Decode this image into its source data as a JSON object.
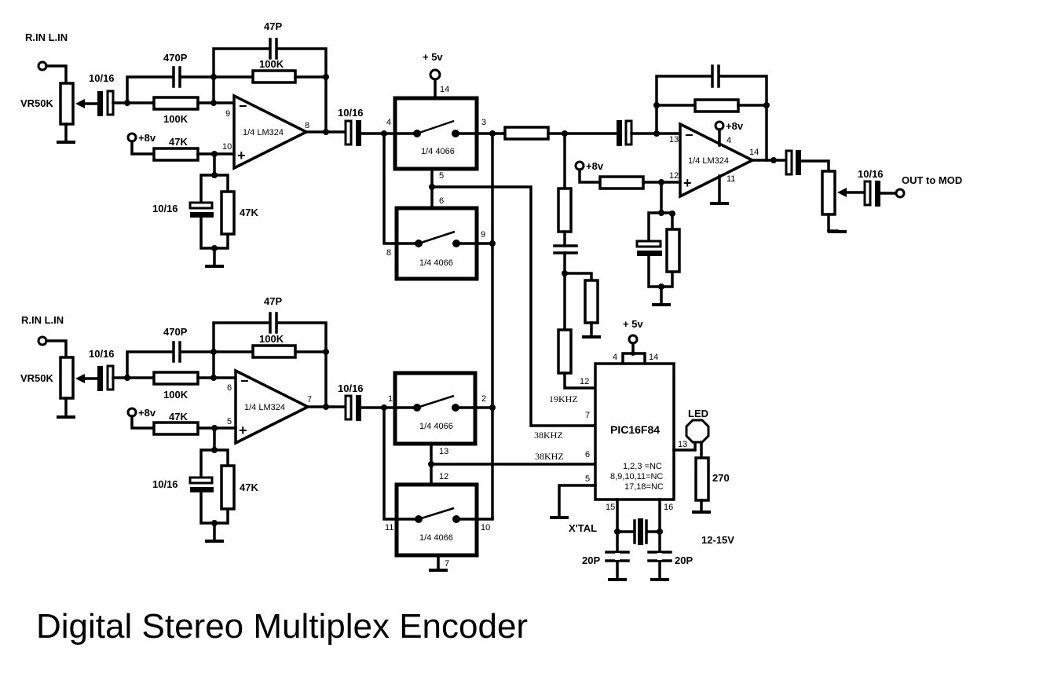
{
  "title": "Digital Stereo Multiplex Encoder",
  "colors": {
    "ink": "#000000",
    "background": "#ffffff"
  },
  "channels": [
    {
      "input_label": "R.IN  L.IN",
      "pot_label": "VR50K",
      "coupling_cap": "10/16",
      "feedback_cap_470": "470P",
      "feedback_cap_47": "47P",
      "feedback_res": "100K",
      "input_res": "100K",
      "bias_supply": "+8v",
      "bias_res": "47K",
      "bias_cap": "10/16",
      "bias_res2": "47K",
      "opamp": "1/4 LM324",
      "pin_inv": "9",
      "pin_noninv": "10",
      "pin_out": "8",
      "output_cap": "10/16"
    },
    {
      "input_label": "R.IN  L.IN",
      "pot_label": "VR50K",
      "coupling_cap": "10/16",
      "feedback_cap_470": "470P",
      "feedback_cap_47": "47P",
      "feedback_res": "100K",
      "input_res": "100K",
      "bias_supply": "+8v",
      "bias_res": "47K",
      "bias_cap": "10/16",
      "bias_res2": "47K",
      "opamp": "1/4 LM324",
      "pin_inv": "6",
      "pin_noninv": "5",
      "pin_out": "7",
      "output_cap": "10/16"
    }
  ],
  "switches": {
    "supply": "+ 5v",
    "part": "1/4 4066",
    "sw1": {
      "in": "4",
      "out": "3",
      "ctrl": "5",
      "vdd": "14"
    },
    "sw2": {
      "in": "8",
      "out": "9",
      "ctrl": "6"
    },
    "sw3": {
      "in": "1",
      "out": "2",
      "ctrl": "13"
    },
    "sw4": {
      "in": "11",
      "out": "10",
      "ctrl": "12",
      "gnd": "7"
    }
  },
  "mixer": {
    "supply": "+8v",
    "bias_supply": "+8v",
    "opamp": "1/4 LM324",
    "pin_inv": "13",
    "pin_noninv": "12",
    "pin_out": "14",
    "pin_vcc": "4",
    "pin_gnd": "11",
    "output_cap": "10/16",
    "output_label": "OUT to  MOD"
  },
  "pic": {
    "supply": "+ 5v",
    "name": "PIC16F84",
    "pins": {
      "vdd_a": "4",
      "vdd_b": "14",
      "p12": "12",
      "p7": "7",
      "p6": "6",
      "p5": "5",
      "p13": "13",
      "p15": "15",
      "p16": "16"
    },
    "signals": {
      "pilot": "19KHZ",
      "clk_a": "38KHZ",
      "clk_b": "38KHZ"
    },
    "nc_notes": [
      "1,2,3 =NC",
      "8,9,10,11=NC",
      "17,18=NC"
    ],
    "led_label": "LED",
    "led_res": "270",
    "crystal": "X'TAL",
    "cap_a": "20P",
    "cap_b": "20P",
    "supply_note": "12-15V"
  }
}
